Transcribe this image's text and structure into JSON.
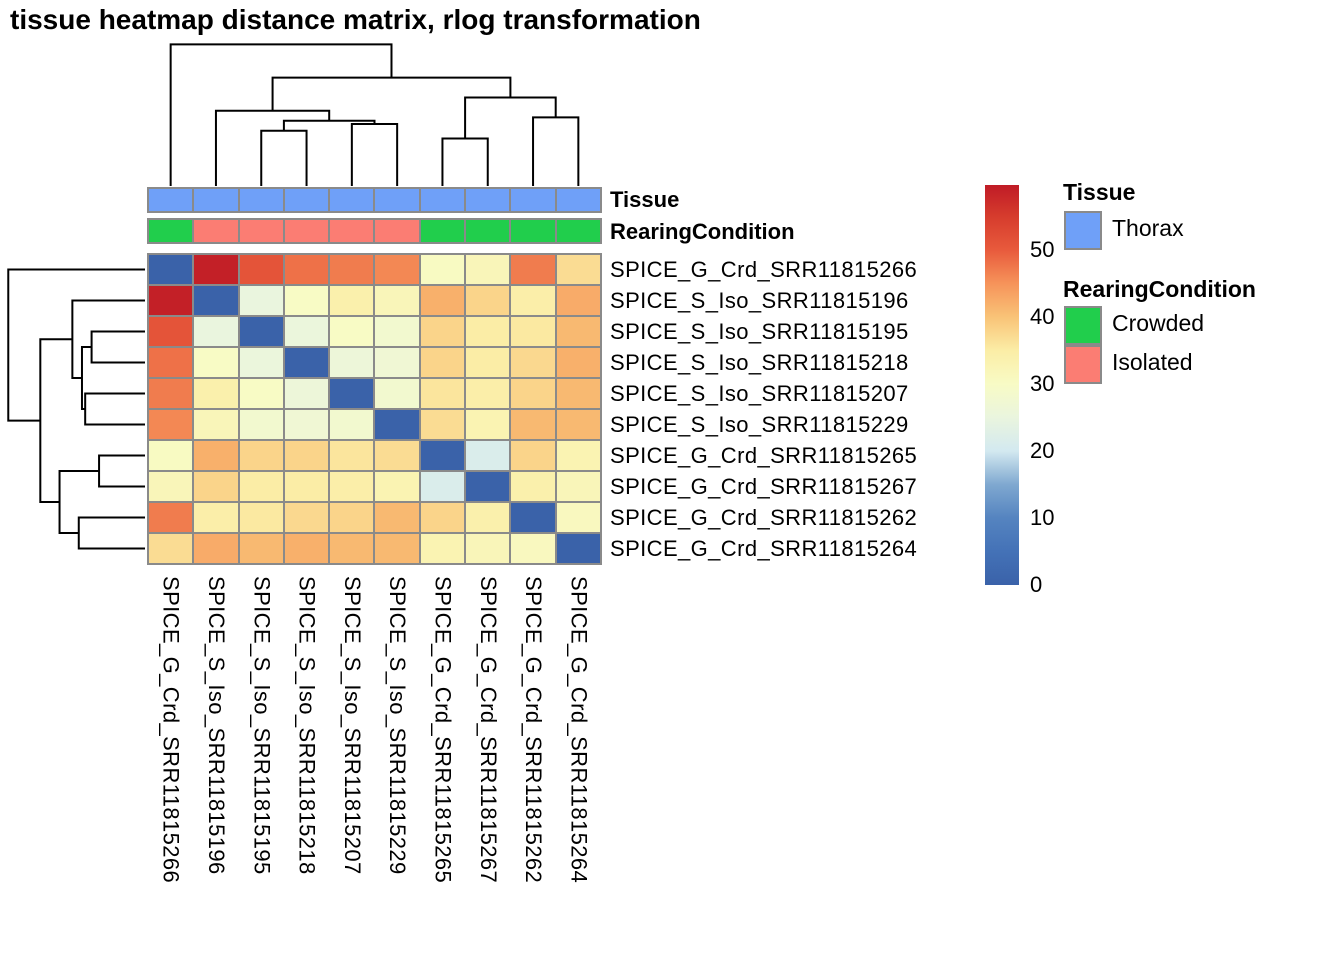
{
  "title": "tissue heatmap distance matrix, rlog transformation",
  "row_annotation_labels": {
    "tissue": "Tissue",
    "rearing": "RearingCondition"
  },
  "samples": [
    "SPICE_G_Crd_SRR11815266",
    "SPICE_S_Iso_SRR11815196",
    "SPICE_S_Iso_SRR11815195",
    "SPICE_S_Iso_SRR11815218",
    "SPICE_S_Iso_SRR11815207",
    "SPICE_S_Iso_SRR11815229",
    "SPICE_G_Crd_SRR11815265",
    "SPICE_G_Crd_SRR11815267",
    "SPICE_G_Crd_SRR11815262",
    "SPICE_G_Crd_SRR11815264"
  ],
  "legend": {
    "colorbar_ticks": [
      0,
      10,
      20,
      30,
      40,
      50
    ],
    "tissue_title": "Tissue",
    "tissue_items": [
      {
        "label": "Thorax",
        "color": "#6FA0F8"
      }
    ],
    "rearing_title": "RearingCondition",
    "rearing_items": [
      {
        "label": "Crowded",
        "color": "#21CE4C"
      },
      {
        "label": "Isolated",
        "color": "#FB7D73"
      }
    ]
  },
  "colors": {
    "cell_border": "#8a8a8a",
    "dendrogram_line": "#000000",
    "annotation": {
      "Thorax": "#6FA0F8",
      "Crowded": "#21CE4C",
      "Isolated": "#FB7D73"
    }
  },
  "chart_data": {
    "type": "heatmap",
    "title": "tissue heatmap distance matrix, rlog transformation",
    "rows": [
      "SPICE_G_Crd_SRR11815266",
      "SPICE_S_Iso_SRR11815196",
      "SPICE_S_Iso_SRR11815195",
      "SPICE_S_Iso_SRR11815218",
      "SPICE_S_Iso_SRR11815207",
      "SPICE_S_Iso_SRR11815229",
      "SPICE_G_Crd_SRR11815265",
      "SPICE_G_Crd_SRR11815267",
      "SPICE_G_Crd_SRR11815262",
      "SPICE_G_Crd_SRR11815264"
    ],
    "columns": [
      "SPICE_G_Crd_SRR11815266",
      "SPICE_S_Iso_SRR11815196",
      "SPICE_S_Iso_SRR11815195",
      "SPICE_S_Iso_SRR11815218",
      "SPICE_S_Iso_SRR11815207",
      "SPICE_S_Iso_SRR11815229",
      "SPICE_G_Crd_SRR11815265",
      "SPICE_G_Crd_SRR11815267",
      "SPICE_G_Crd_SRR11815262",
      "SPICE_G_Crd_SRR11815264"
    ],
    "values": [
      [
        0,
        59,
        51,
        48,
        47,
        46,
        30.5,
        32,
        47,
        37
      ],
      [
        59,
        0,
        25,
        30,
        34,
        32,
        42,
        38,
        34.5,
        42.5
      ],
      [
        51,
        25,
        0,
        25.5,
        30,
        28,
        38,
        35,
        35.5,
        41
      ],
      [
        48,
        30,
        25.5,
        0,
        26,
        27,
        38,
        35,
        37.5,
        42
      ],
      [
        47,
        34,
        30,
        26,
        0,
        28,
        36,
        34.5,
        38,
        41
      ],
      [
        46,
        32,
        28,
        27,
        28,
        0,
        37,
        33,
        41,
        41
      ],
      [
        30.5,
        42,
        38,
        38,
        36,
        37,
        0,
        21.5,
        38,
        33
      ],
      [
        32,
        38,
        35,
        35,
        34.5,
        33,
        21.5,
        0,
        34,
        32
      ],
      [
        47,
        34.5,
        35.5,
        37.5,
        38,
        41,
        38,
        34,
        0,
        31
      ],
      [
        37,
        42.5,
        41,
        42,
        41,
        41,
        33,
        32,
        31,
        0
      ]
    ],
    "scale": {
      "vmin": 0,
      "vmax": 59.7,
      "tick_values": [
        0,
        10,
        20,
        30,
        40,
        50
      ]
    },
    "colormap_stops": [
      [
        0,
        "#3A62A9"
      ],
      [
        5,
        "#4472B7"
      ],
      [
        10,
        "#5584C0"
      ],
      [
        15,
        "#7FA8D0"
      ],
      [
        20,
        "#D3E9F0"
      ],
      [
        25,
        "#EAF5DE"
      ],
      [
        30,
        "#F8FBC5"
      ],
      [
        35,
        "#FBEDA6"
      ],
      [
        40,
        "#F9C377"
      ],
      [
        45,
        "#F6935A"
      ],
      [
        50,
        "#E85A3C"
      ],
      [
        55,
        "#D63C2D"
      ],
      [
        59.7,
        "#C01B26"
      ]
    ],
    "col_annotations": {
      "Tissue": [
        "Thorax",
        "Thorax",
        "Thorax",
        "Thorax",
        "Thorax",
        "Thorax",
        "Thorax",
        "Thorax",
        "Thorax",
        "Thorax"
      ],
      "RearingCondition": [
        "Crowded",
        "Isolated",
        "Isolated",
        "Isolated",
        "Isolated",
        "Isolated",
        "Crowded",
        "Crowded",
        "Crowded",
        "Crowded"
      ]
    },
    "dendrogram": {
      "comment_leaves_are_0_based_indices_mN_refers_to_merge_N": true,
      "merges": [
        [
          6,
          7,
          21.5
        ],
        [
          2,
          3,
          25
        ],
        [
          4,
          5,
          28
        ],
        [
          "m1",
          "m2",
          29.5
        ],
        [
          1,
          "m3",
          34
        ],
        [
          8,
          9,
          31
        ],
        [
          "m0",
          "m5",
          40
        ],
        [
          "m4",
          "m6",
          49
        ],
        [
          0,
          "m7",
          64
        ]
      ],
      "height_domain_max": 66
    }
  }
}
